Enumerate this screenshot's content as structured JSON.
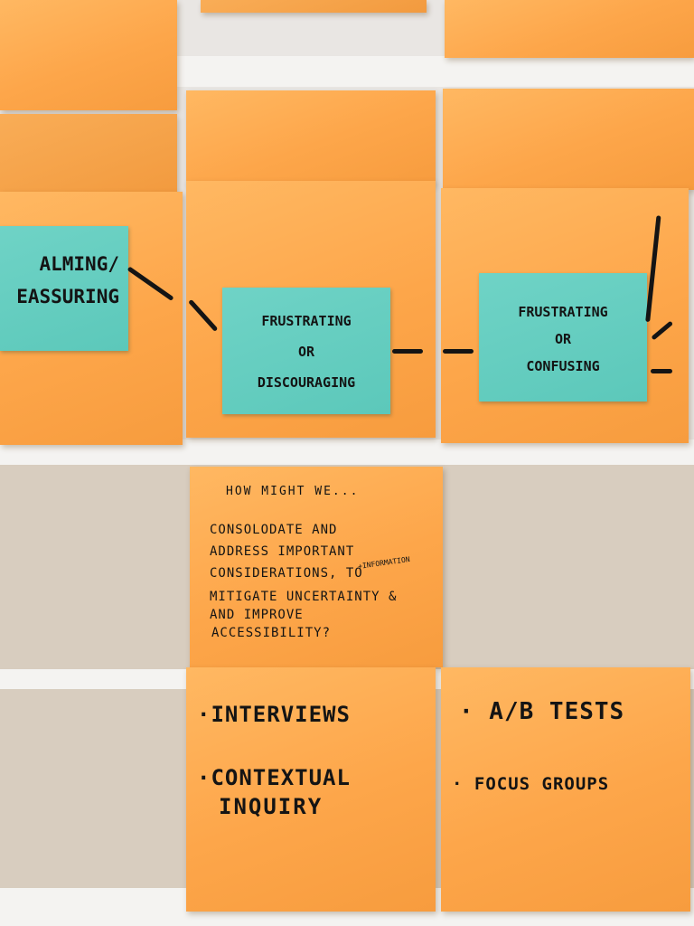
{
  "cards": {
    "emotion_left": {
      "line1": "ALMING/",
      "line2": "EASSURING"
    },
    "emotion_middle": {
      "line1": "FRUSTRATING",
      "line2": "OR",
      "line3": "DISCOURAGING"
    },
    "emotion_right": {
      "line1": "FRUSTRATING",
      "line2": "OR",
      "line3": "CONFUSING"
    }
  },
  "hmw_note": {
    "heading": "HOW MIGHT WE...",
    "lines": [
      "CONSOLODATE AND",
      "ADDRESS IMPORTANT",
      "CONSIDERATIONS, TO",
      "MITIGATE UNCERTAINTY &",
      "AND IMPROVE",
      "ACCESSIBILITY?"
    ],
    "insert": "+INFORMATION"
  },
  "methods_left": {
    "items": [
      "·INTERVIEWS",
      "·CONTEXTUAL",
      "INQUIRY"
    ]
  },
  "methods_right": {
    "items": [
      "· A/B TESTS",
      "· FOCUS GROUPS"
    ]
  },
  "colors": {
    "sticky_orange": "#fda64a",
    "card_teal": "#5cc8ba",
    "ink": "#141414",
    "wall_band": "#d8cdbf"
  }
}
